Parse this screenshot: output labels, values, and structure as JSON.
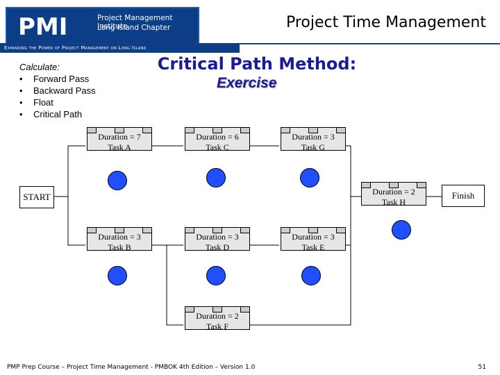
{
  "header": {
    "logo_line1": "Project Management Institute",
    "logo_line2": "Long Island Chapter",
    "logo_tagline": "Expanding the Power of Project Management on Long Island",
    "title": "Project Time Management"
  },
  "slide": {
    "subtitle1": "Critical Path Method:",
    "subtitle2": "Exercise",
    "calc_heading": "Calculate:",
    "calc_items": [
      "Forward Pass",
      "Backward Pass",
      "Float",
      "Critical Path"
    ]
  },
  "network": {
    "start": "START",
    "finish": "Finish",
    "tasks": {
      "a": {
        "duration": "Duration = 7",
        "name": "Task A"
      },
      "c": {
        "duration": "Duration = 6",
        "name": "Task C"
      },
      "g": {
        "duration": "Duration = 3",
        "name": "Task G"
      },
      "h": {
        "duration": "Duration = 2",
        "name": "Task H"
      },
      "b": {
        "duration": "Duration = 3",
        "name": "Task B"
      },
      "d": {
        "duration": "Duration = 3",
        "name": "Task D"
      },
      "e": {
        "duration": "Duration = 3",
        "name": "Task E"
      },
      "f": {
        "duration": "Duration = 2",
        "name": "Task F"
      }
    }
  },
  "footer": {
    "course": "PMP Prep Course – Project Time Management - PMBOK 4th Edition – Version 1.0",
    "page": "51"
  },
  "colors": {
    "node_circle": "#1f4fff",
    "title_blue": "#1a1a9a",
    "logo_bg": "#0b3e86"
  }
}
